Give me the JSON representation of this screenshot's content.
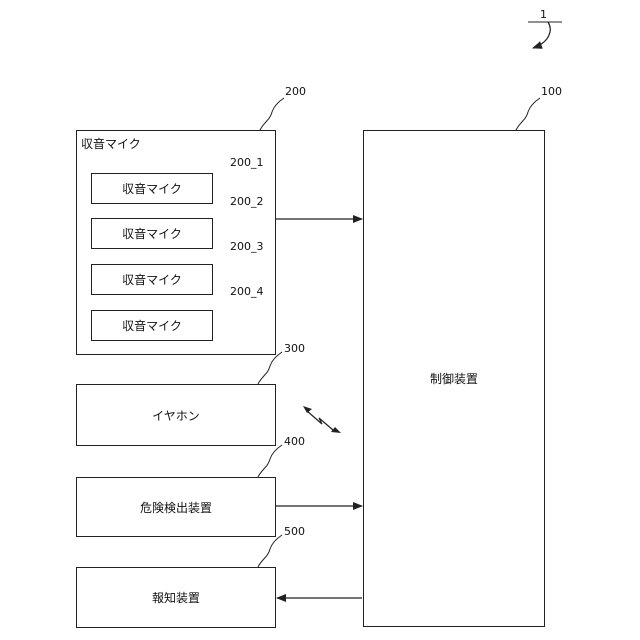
{
  "figure_ref": "1",
  "control_device": {
    "ref": "100",
    "label": "制御装置"
  },
  "mic_group": {
    "ref": "200",
    "label": "収音マイク",
    "mics": [
      {
        "ref": "200_1",
        "label": "収音マイク"
      },
      {
        "ref": "200_2",
        "label": "収音マイク"
      },
      {
        "ref": "200_3",
        "label": "収音マイク"
      },
      {
        "ref": "200_4",
        "label": "収音マイク"
      }
    ]
  },
  "earphone": {
    "ref": "300",
    "label": "イヤホン"
  },
  "danger_detector": {
    "ref": "400",
    "label": "危険検出装置"
  },
  "notifier": {
    "ref": "500",
    "label": "報知装置"
  }
}
